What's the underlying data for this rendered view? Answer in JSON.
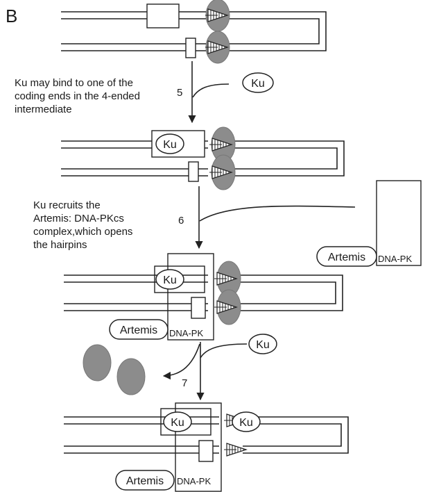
{
  "panel_label": "B",
  "steps": [
    {
      "number": "5",
      "caption": [
        "Ku may bind to one of the",
        "coding ends in the 4-ended",
        "intermediate"
      ]
    },
    {
      "number": "6",
      "caption": [
        "Ku recruits the",
        "Artemis: DNA-PKcs",
        "complex,which opens",
        "the hairpins"
      ]
    },
    {
      "number": "7",
      "caption": []
    }
  ],
  "labels": {
    "ku": "Ku",
    "artemis": "Artemis",
    "dna_pk": "DNA-PK"
  },
  "colors": {
    "protein_fill": "#8c8c8c",
    "line": "#222222"
  }
}
